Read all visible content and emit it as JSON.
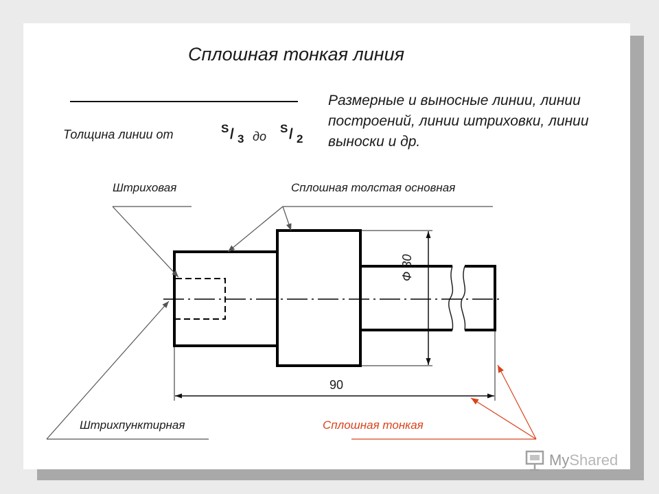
{
  "title": "Сплошная тонкая линия",
  "description": "Размерные и выносные линии, линии построений, линии штриховки, линии выноски и др.",
  "thickness": {
    "caption": "Толщина линии  от",
    "to_word": "до",
    "from_fraction": {
      "num": "S",
      "den": "3"
    },
    "to_fraction": {
      "num": "S",
      "den": "2"
    }
  },
  "labels": {
    "hatched": "Штриховая",
    "solid_thick": "Сплошная толстая основная",
    "dash_dot": "Штрихпунктирная",
    "solid_thin": "Сплошная тонкая"
  },
  "dimensions": {
    "length": "90",
    "diameter": "Ф 30"
  },
  "colors": {
    "accent": "#d9441c",
    "line": "#1a1a1a"
  },
  "logo": {
    "text_a": "My",
    "text_b": "Shared"
  }
}
